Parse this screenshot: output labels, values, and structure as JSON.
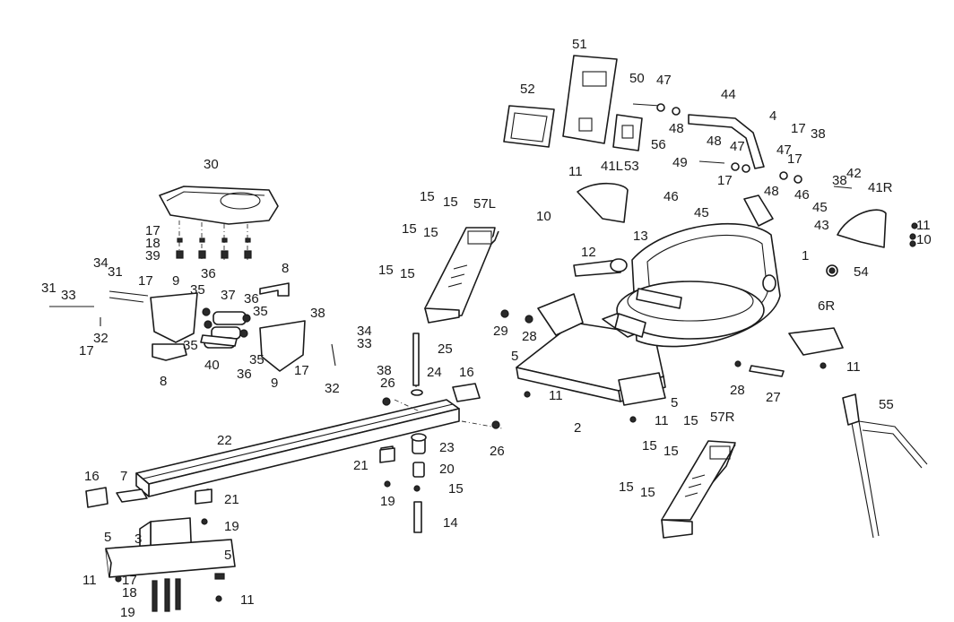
{
  "labels": {
    "l30": "30",
    "l17a": "17",
    "l18a": "18",
    "l39": "39",
    "l34a": "34",
    "l31a": "31",
    "l31b": "31",
    "l17b": "17",
    "l9a": "9",
    "l36a": "36",
    "l8a": "8",
    "l33a": "33",
    "l35a": "35",
    "l37": "37",
    "l36b": "36",
    "l35b": "35",
    "l17c": "17",
    "l32a": "32",
    "l35c": "35",
    "l38a": "38",
    "l34b": "34",
    "l33b": "33",
    "l8b": "8",
    "l40": "40",
    "l35d": "35",
    "l36c": "36",
    "l9b": "9",
    "l17d": "17",
    "l32b": "32",
    "l38b": "38",
    "l15a": "15",
    "l15b": "15",
    "l57L": "57L",
    "l15c": "15",
    "l15d": "15",
    "l15e": "15",
    "l15f": "15",
    "l25": "25",
    "l24": "24",
    "l16a": "16",
    "l26a": "26",
    "l22": "22",
    "l21a": "21",
    "l23": "23",
    "l20": "20",
    "l19a": "19",
    "l15g": "15",
    "l14": "14",
    "l26b": "26",
    "l16b": "16",
    "l7": "7",
    "l21b": "21",
    "l19b": "19",
    "l5a": "5",
    "l3": "3",
    "l5b": "5",
    "l11a": "11",
    "l17e": "17",
    "l18b": "18",
    "l19c": "19",
    "l11b": "11",
    "l51": "51",
    "l52": "52",
    "l50": "50",
    "l47a": "47",
    "l44": "44",
    "l4": "4",
    "l48a": "48",
    "l48b": "48",
    "l47b": "47",
    "l17f": "17",
    "l38c": "38",
    "l56": "56",
    "l41L": "41L",
    "l53": "53",
    "l11c": "11",
    "l49": "49",
    "l17g": "17",
    "l47c": "47",
    "l17h": "17",
    "l48c": "48",
    "l38d": "38",
    "l42": "42",
    "l41R": "41R",
    "l46a": "46",
    "l46b": "46",
    "l45a": "45",
    "l45b": "45",
    "l43": "43",
    "l10a": "10",
    "l11d": "11",
    "l10b": "10",
    "l12": "12",
    "l13": "13",
    "l1": "1",
    "l54": "54",
    "l29": "29",
    "l28a": "28",
    "l6R": "6R",
    "l5c": "5",
    "l11e": "11",
    "l2": "2",
    "l5d": "5",
    "l11f": "11",
    "l11g": "11",
    "l28b": "28",
    "l27": "27",
    "l57R": "57R",
    "l15h": "15",
    "l15i": "15",
    "l15j": "15",
    "l15k": "15",
    "l15l": "15",
    "l55": "55"
  },
  "icons": [
    "seat-icon",
    "rail-icon",
    "monitor-icon",
    "handlebar-icon",
    "footrest-icon",
    "water-tank-icon",
    "frame-icon",
    "bolt-icon",
    "pin-icon",
    "roller-icon",
    "phone-holder-icon"
  ],
  "colors": {
    "ink": "#1a1a1a",
    "paper": "#ffffff"
  }
}
